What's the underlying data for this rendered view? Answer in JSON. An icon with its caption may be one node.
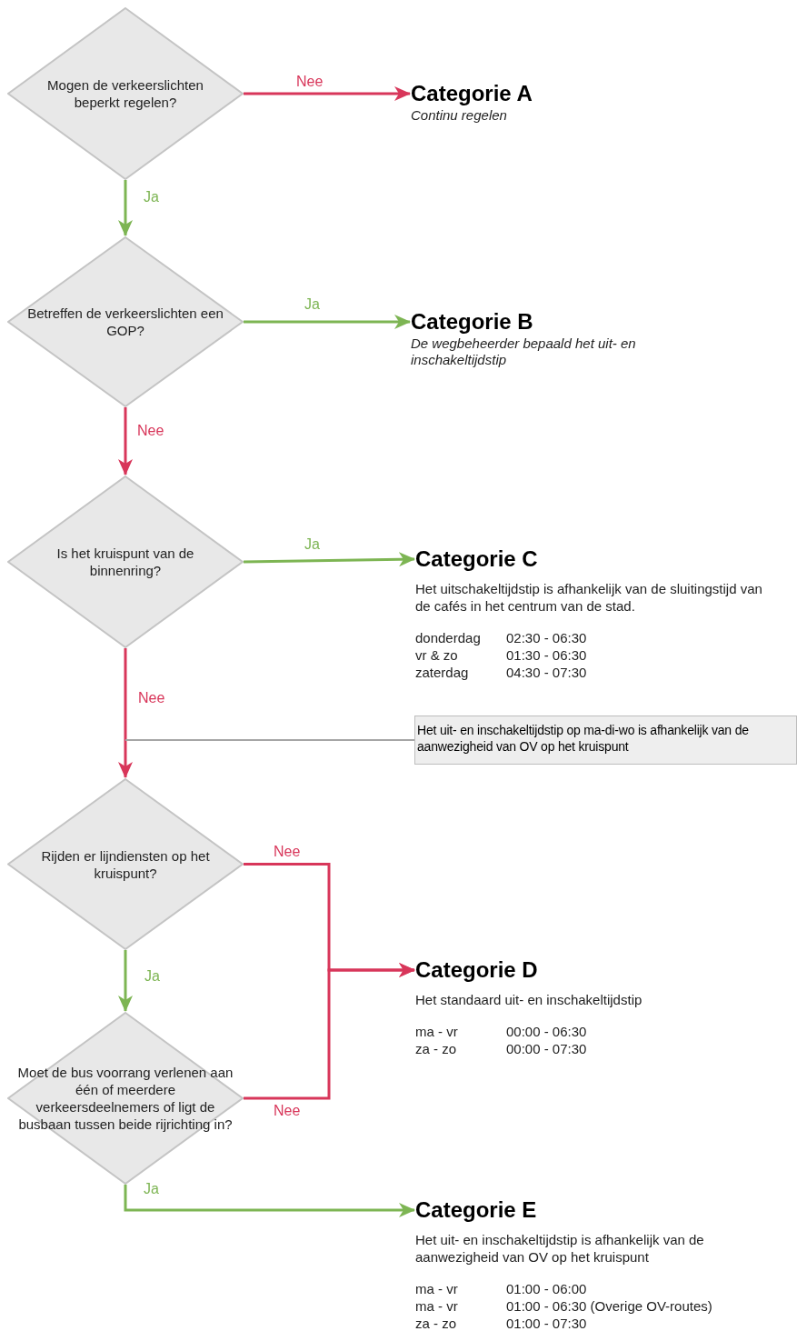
{
  "diagram": {
    "nodes": [
      {
        "text": [
          "Mogen de verkeerslichten beperkt regelen?"
        ]
      },
      {
        "text": [
          "Categorie A",
          "Continu regelen"
        ]
      },
      {
        "text": [
          "Betreffen de verkeerslichten een GOP?"
        ]
      },
      {
        "text": [
          "Categorie B",
          "De wegbeheerder bepaald het uit- en inschakeltijdstip"
        ]
      },
      {
        "text": [
          "Is het kruispunt van de binnenring?"
        ]
      },
      {
        "text": [
          "Categorie C",
          "Het uitschakeltijdstip is afhankelijk van de sluitingstijd van de cafés in het centrum van de stad.",
          "donderdag",
          "02:30 - 06:30",
          "vr & zo",
          "01:30 - 06:30",
          "zaterdag",
          "04:30 - 07:30"
        ]
      },
      {
        "text": [
          "Het uit- en inschakeltijdstip op ma-di-wo is afhankelijk van de aanwezigheid van OV op het kruispunt"
        ]
      },
      {
        "text": [
          "Rijden er lijndiensten op het kruispunt?"
        ]
      },
      {
        "text": [
          "Categorie D",
          "Het standaard uit- en inschakeltijdstip",
          "ma - vr",
          "00:00 - 06:30",
          "za - zo",
          "00:00 - 07:30"
        ]
      },
      {
        "text": [
          "Moet de bus voorrang verlenen aan één of meerdere verkeersdeelnemers of ligt de busbaan tussen beide rijrichting in?"
        ]
      },
      {
        "text": [
          "Categorie E",
          "Het uit- en inschakeltijdstip is afhankelijk van de aanwezigheid van OV op het kruispunt",
          "ma - vr",
          "01:00 - 06:00",
          "ma - vr",
          "01:00 - 06:30 (Overige OV-routes)",
          "za - zo",
          "01:00 - 07:30"
        ]
      }
    ],
    "edges": [
      {
        "from": 0,
        "to": 1,
        "arrow": "to",
        "label": "Nee"
      },
      {
        "from": 0,
        "to": 2,
        "arrow": "to",
        "label": "Ja",
        "color": "#7db553"
      },
      {
        "from": 2,
        "to": 3,
        "arrow": "to",
        "label": "Ja",
        "color": "#7db553"
      },
      {
        "from": 2,
        "to": 4,
        "arrow": "to",
        "label": "Nee"
      },
      {
        "from": 4,
        "to": 5,
        "arrow": "to",
        "label": "Ja",
        "color": "#7db553"
      },
      {
        "from": 4,
        "to": 7,
        "arrow": "to",
        "label": "Nee"
      },
      {
        "from": 7,
        "to": 8,
        "arrow": "to",
        "label": "Nee"
      },
      {
        "from": 7,
        "to": 9,
        "arrow": "to",
        "label": "Ja",
        "color": "#7db553"
      },
      {
        "from": 9,
        "to": 8,
        "arrow": "to",
        "label": "Nee"
      },
      {
        "from": 9,
        "to": 10,
        "arrow": "to",
        "label": "Ja",
        "color": "#7db553"
      },
      {
        "from": 6,
        "to": null,
        "arrow": "none",
        "color": "#a6a6a6"
      }
    ]
  }
}
